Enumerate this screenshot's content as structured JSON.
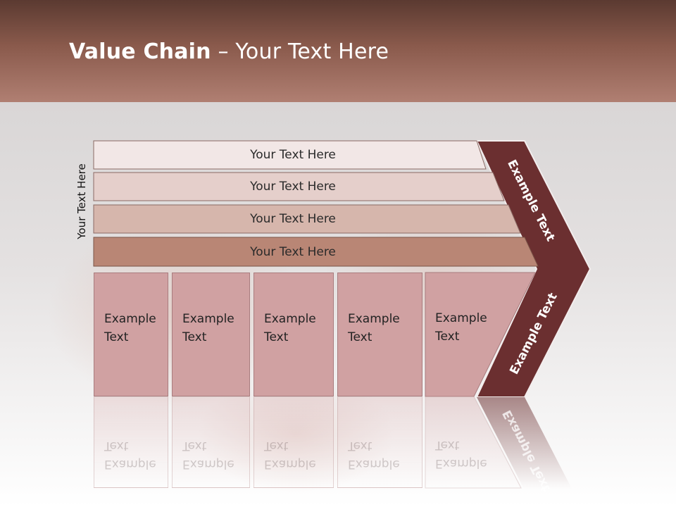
{
  "title": {
    "bold": "Value Chain",
    "rest": " – Your Text Here"
  },
  "side_label": "Your Text Here",
  "layers": [
    {
      "label": "Your Text Here",
      "color": "#f2e7e6"
    },
    {
      "label": "Your Text Here",
      "color": "#e5cfcb"
    },
    {
      "label": "Your Text Here",
      "color": "#d6b6ac"
    },
    {
      "label": "Your Text Here",
      "color": "#b98675"
    }
  ],
  "boxes": [
    {
      "label": "Example\nText"
    },
    {
      "label": "Example\nText"
    },
    {
      "label": "Example\nText"
    },
    {
      "label": "Example\nText"
    },
    {
      "label": "Example\nText"
    }
  ],
  "chevron": {
    "upper_label": "Example Text",
    "lower_label": "Example Text",
    "color": "#6b2f30"
  },
  "colors": {
    "box": "#d0a1a2",
    "header": "#8a5a4c"
  }
}
